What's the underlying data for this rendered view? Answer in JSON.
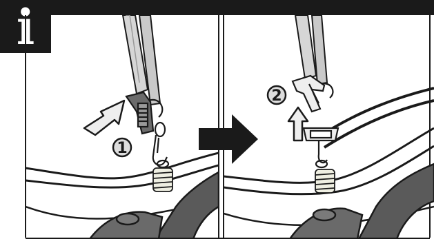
{
  "header": {
    "info_glyph": "i"
  },
  "steps": [
    {
      "number": "1",
      "action": "press-release-buckle"
    },
    {
      "number": "2",
      "action": "lift-buckle-off-hook"
    }
  ],
  "colors": {
    "ink": "#1a1a1a",
    "strap": "#d6d6d6",
    "shade": "#9a9a9a",
    "arrow_fill": "#eeeeee",
    "callout_fill": "#dddddd",
    "spring": "#efefe2"
  }
}
